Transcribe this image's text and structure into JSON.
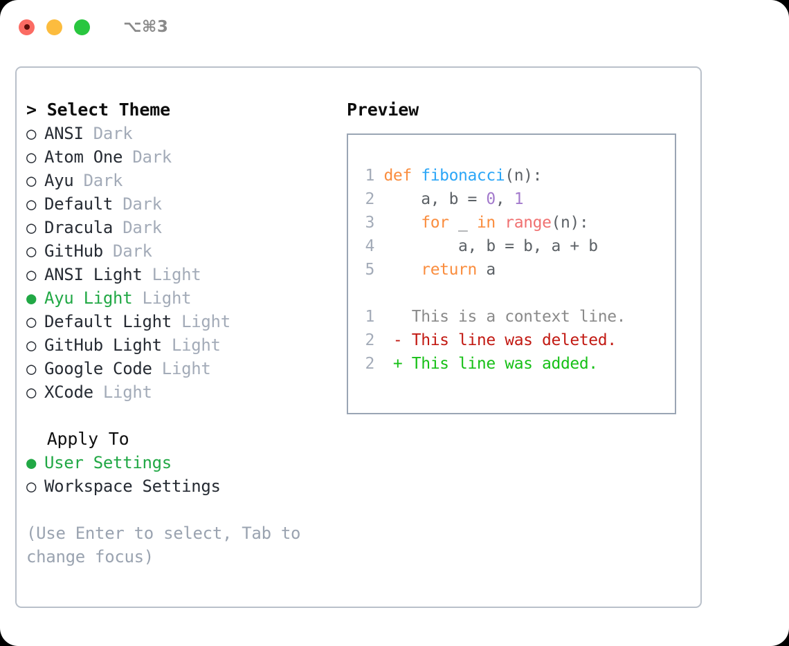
{
  "titlebar": {
    "shortcut": "⌥⌘3",
    "buttons": [
      {
        "name": "close",
        "color": "#fb6b63"
      },
      {
        "name": "minimize",
        "color": "#fcbc3e"
      },
      {
        "name": "maximize",
        "color": "#29c63f"
      }
    ]
  },
  "theme_section": {
    "header": "> Select Theme",
    "focused": true,
    "options": [
      {
        "marker": "○",
        "name": "ANSI",
        "tag": "Dark",
        "selected": false
      },
      {
        "marker": "○",
        "name": "Atom One",
        "tag": "Dark",
        "selected": false
      },
      {
        "marker": "○",
        "name": "Ayu",
        "tag": "Dark",
        "selected": false
      },
      {
        "marker": "○",
        "name": "Default",
        "tag": "Dark",
        "selected": false
      },
      {
        "marker": "○",
        "name": "Dracula",
        "tag": "Dark",
        "selected": false
      },
      {
        "marker": "○",
        "name": "GitHub",
        "tag": "Dark",
        "selected": false
      },
      {
        "marker": "○",
        "name": "ANSI Light",
        "tag": "Light",
        "selected": false
      },
      {
        "marker": "●",
        "name": "Ayu Light",
        "tag": "Light",
        "selected": true
      },
      {
        "marker": "○",
        "name": "Default Light",
        "tag": "Light",
        "selected": false
      },
      {
        "marker": "○",
        "name": "GitHub Light",
        "tag": "Light",
        "selected": false
      },
      {
        "marker": "○",
        "name": "Google Code",
        "tag": "Light",
        "selected": false
      },
      {
        "marker": "○",
        "name": "XCode",
        "tag": "Light",
        "selected": false
      }
    ]
  },
  "apply_section": {
    "header": "  Apply To",
    "focused": false,
    "options": [
      {
        "marker": "●",
        "name": "User Settings",
        "tag": "",
        "selected": true
      },
      {
        "marker": "○",
        "name": "Workspace Settings",
        "tag": "",
        "selected": false
      }
    ]
  },
  "hint": "(Use Enter to select, Tab to change focus)",
  "preview": {
    "title": "Preview",
    "code_lines": [
      {
        "no": "1",
        "tokens": [
          {
            "t": "def ",
            "c": "kw"
          },
          {
            "t": "fibonacci",
            "c": "fn"
          },
          {
            "t": "(n):",
            "c": "punc"
          }
        ]
      },
      {
        "no": "2",
        "tokens": [
          {
            "t": "    a, b = ",
            "c": "plain"
          },
          {
            "t": "0",
            "c": "num"
          },
          {
            "t": ", ",
            "c": "punc"
          },
          {
            "t": "1",
            "c": "num"
          }
        ]
      },
      {
        "no": "3",
        "tokens": [
          {
            "t": "    ",
            "c": "plain"
          },
          {
            "t": "for",
            "c": "kw"
          },
          {
            "t": " _ ",
            "c": "plain"
          },
          {
            "t": "in",
            "c": "kw"
          },
          {
            "t": " ",
            "c": "plain"
          },
          {
            "t": "range",
            "c": "bi"
          },
          {
            "t": "(n):",
            "c": "punc"
          }
        ]
      },
      {
        "no": "4",
        "tokens": [
          {
            "t": "        a, b = b, a + b",
            "c": "plain"
          }
        ]
      },
      {
        "no": "5",
        "tokens": [
          {
            "t": "    ",
            "c": "plain"
          },
          {
            "t": "return",
            "c": "kw"
          },
          {
            "t": " a",
            "c": "plain"
          }
        ]
      }
    ],
    "diff_lines": [
      {
        "no": "1",
        "marker": " ",
        "text": "This is a context line.",
        "kind": "ctx"
      },
      {
        "no": "2",
        "marker": "-",
        "text": "This line was deleted.",
        "kind": "del"
      },
      {
        "no": "2",
        "marker": "+",
        "text": "This line was added.",
        "kind": "add"
      }
    ]
  },
  "colors": {
    "accent_green": "#21a845",
    "muted": "#a3abb8",
    "hint": "#9aa3b0",
    "keyword": "#fa8d3e",
    "function": "#2ba6f7",
    "number": "#a37acc",
    "builtin": "#f07171",
    "diff_add": "#17c017",
    "diff_del": "#c21a13",
    "panel_border": "#b9c0ca",
    "code_border": "#9aa5b4"
  }
}
